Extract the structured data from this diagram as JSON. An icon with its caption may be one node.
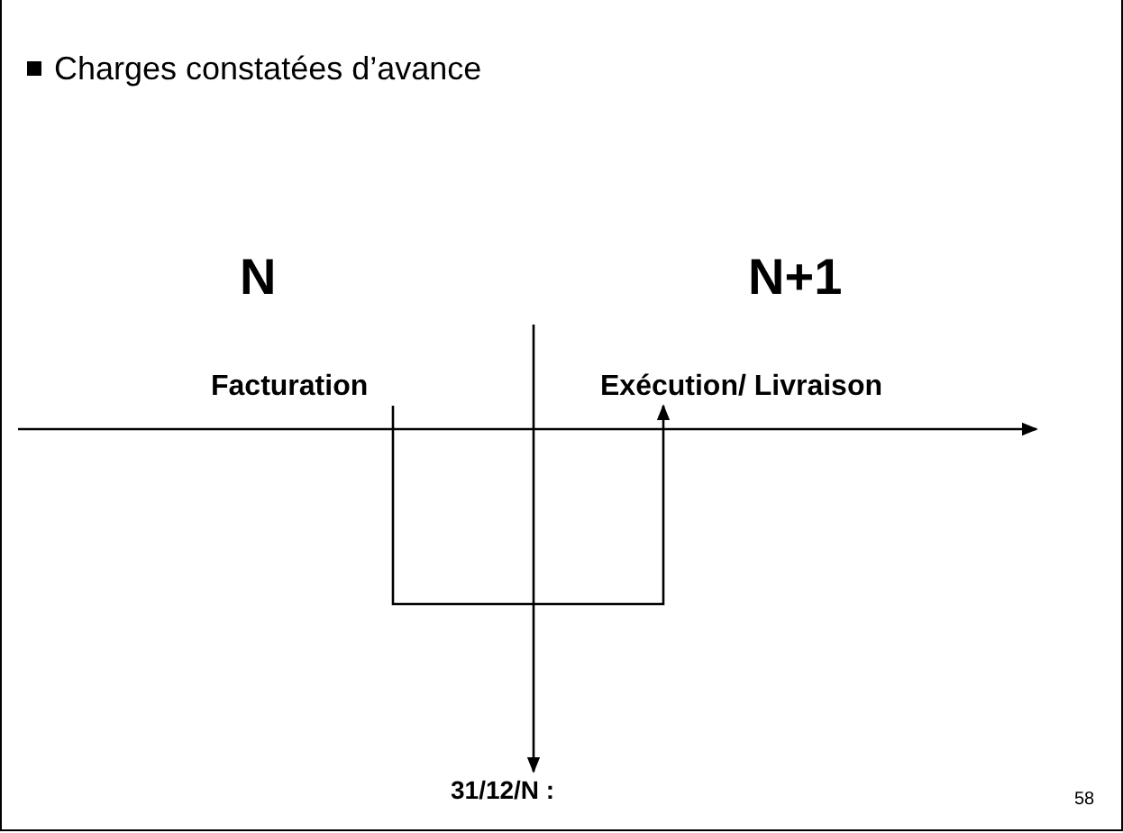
{
  "diagram": {
    "title": "Charges constatées d’avance",
    "nodes": [
      {
        "text": [
          "Facturation"
        ]
      },
      {
        "text": [
          "Exécution/ Livraison"
        ]
      },
      {
        "text": [
          "31/12/N :"
        ]
      }
    ],
    "edges": [
      {
        "from": 0,
        "to": 1,
        "arrow": "to"
      },
      {
        "from": null,
        "to": 2,
        "arrow": "to"
      }
    ],
    "labels": [
      "N",
      "N+1",
      "58"
    ]
  }
}
